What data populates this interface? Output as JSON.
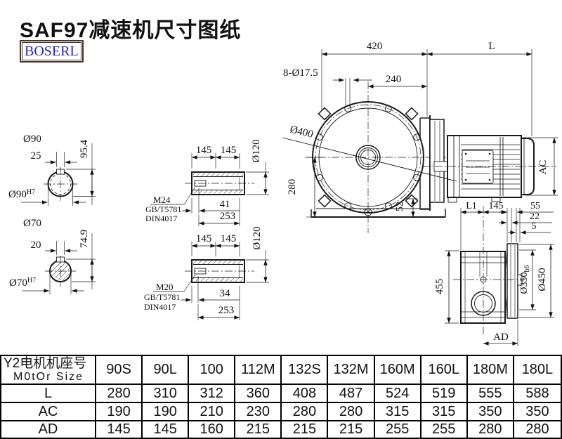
{
  "title": "SAF97减速机尺寸图纸",
  "logo": {
    "text": "BOSERL"
  },
  "front_view": {
    "dim_420": "420",
    "dim_L": "L",
    "dim_bolt_holes": "8-Ø17.5",
    "dim_240": "240",
    "dim_flange_dia": "Ø400",
    "dim_280": "280",
    "dim_52": "52",
    "dim_AC": "AC"
  },
  "shaft_end_top": {
    "title": "Ø90",
    "key_width": "25",
    "dim_height": "95.4",
    "bore": "Ø90",
    "bore_fit": "H7"
  },
  "shaft_end_bottom": {
    "title": "Ø70",
    "key_width": "20",
    "dim_height": "74.9",
    "bore": "Ø70",
    "bore_fit": "H7"
  },
  "hollow_shaft_top": {
    "dim_145_left": "145",
    "dim_145_right": "145",
    "dim_dia": "Ø120",
    "thread": "M24",
    "standard_1": "GB/T5781",
    "standard_2": "DIN4017",
    "dim_depth": "41",
    "dim_length": "253"
  },
  "hollow_shaft_bottom": {
    "dim_145_left": "145",
    "dim_145_right": "145",
    "dim_dia": "Ø120",
    "thread": "M20",
    "standard_1": "GB/T5781",
    "standard_2": "DIN4017",
    "dim_depth": "34",
    "dim_length": "253"
  },
  "side_view": {
    "dim_L1": "L1",
    "dim_145": "145",
    "dim_55": "55",
    "dim_22": "22",
    "dim_5": "5",
    "dim_455": "455",
    "dim_spigot": "Ø350",
    "dim_spigot_fit": "h6",
    "dim_flange": "Ø450",
    "dim_AD": "AD"
  },
  "table": {
    "header_line1": "Y2电机机座号",
    "header_line2": "M0tOr Size",
    "columns": [
      "90S",
      "90L",
      "100",
      "112M",
      "132S",
      "132M",
      "160M",
      "160L",
      "180M",
      "180L"
    ],
    "rows": [
      {
        "label": "L",
        "values": [
          "280",
          "310",
          "312",
          "360",
          "408",
          "487",
          "524",
          "519",
          "555",
          "588"
        ]
      },
      {
        "label": "AC",
        "values": [
          "190",
          "190",
          "210",
          "230",
          "280",
          "280",
          "315",
          "315",
          "350",
          "350"
        ]
      },
      {
        "label": "AD",
        "values": [
          "145",
          "145",
          "160",
          "215",
          "215",
          "215",
          "255",
          "255",
          "280",
          "280"
        ]
      }
    ]
  }
}
